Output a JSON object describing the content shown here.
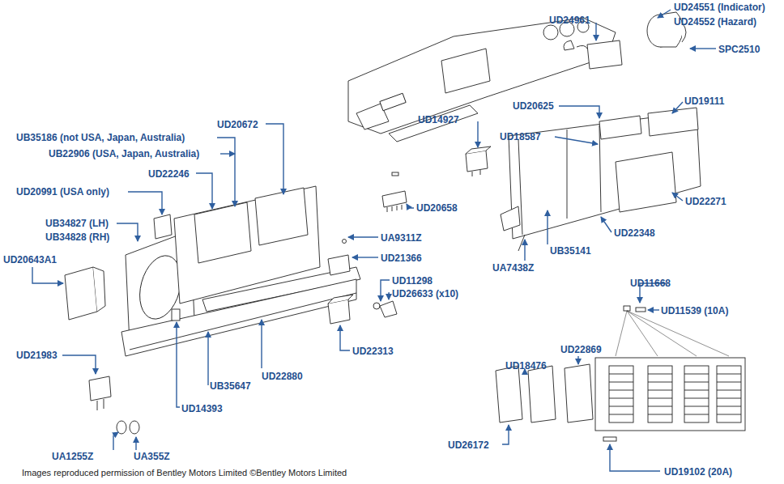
{
  "diagram": {
    "caption": "Images reproduced permission of Bentley Motors Limited ©Bentley Motors Limited",
    "labels": [
      "UD24961",
      "UD24551 (Indicator)",
      "UD24552 (Hazard)",
      "SPC2510",
      "UD20625",
      "UD19111",
      "UD14927",
      "UD18587",
      "UD20658",
      "UD22271",
      "UD22348",
      "UB35141",
      "UA7438Z",
      "UB35186 (not USA, Japan, Australia)",
      "UB22906 (USA, Japan, Australia)",
      "UD20672",
      "UD22246",
      "UD20991 (USA only)",
      "UB34827 (LH)",
      "UB34828 (RH)",
      "UD20643A1",
      "UA9311Z",
      "UD21366",
      "UD11298",
      "UD26633 (x10)",
      "UD21983",
      "UD22313",
      "UD22880",
      "UB35647",
      "UD14393",
      "UA1255Z",
      "UA355Z",
      "UD11668",
      "UD11539 (10A)",
      "UD22869",
      "UD18476",
      "UD26172",
      "UD19102 (20A)"
    ]
  }
}
